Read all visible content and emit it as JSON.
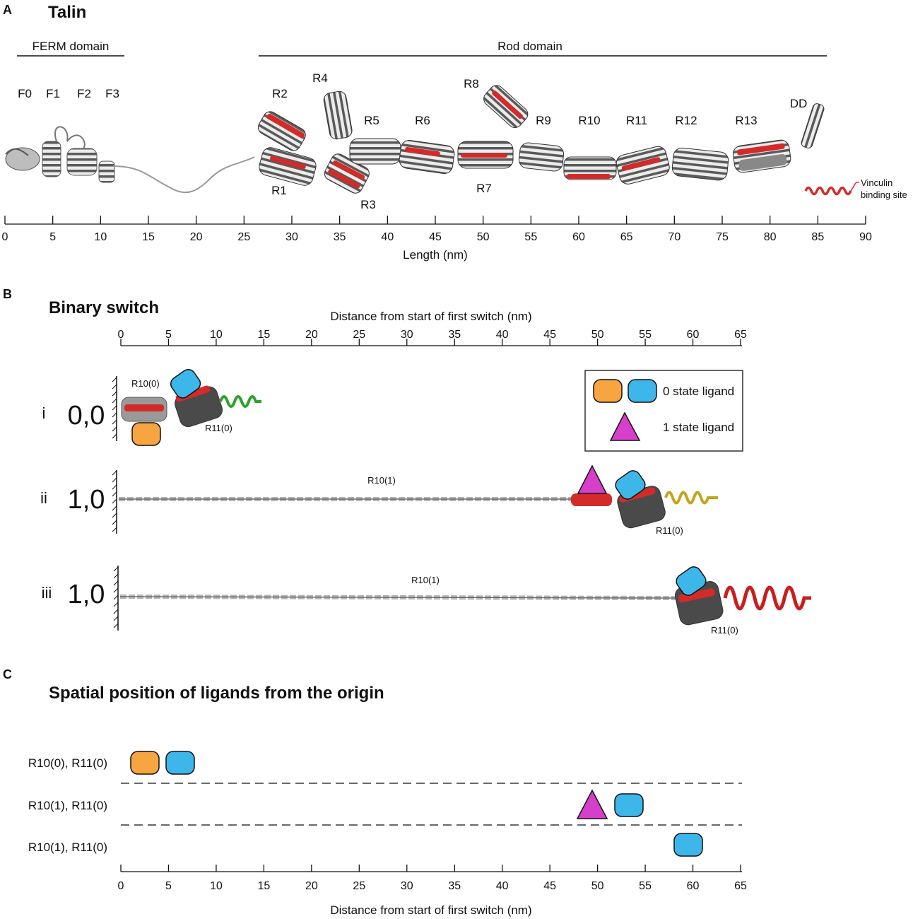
{
  "panels": {
    "a": {
      "letter": "A",
      "title": "Talin",
      "ferm_label": "FERM domain",
      "rod_label": "Rod domain",
      "ferm_subdomains": [
        "F0",
        "F1",
        "F2",
        "F3"
      ],
      "rod_labels_top": [
        "R2",
        "R4",
        "R5",
        "R6",
        "R8",
        "R9",
        "R10",
        "R11",
        "R12",
        "R13",
        "DD"
      ],
      "rod_labels_bottom": [
        "R1",
        "R3",
        "R7"
      ],
      "legend_line1": "Vinculin",
      "legend_line2": "binding site",
      "axis_label": "Length (nm)",
      "axis_ticks": [
        "0",
        "5",
        "10",
        "15",
        "20",
        "25",
        "30",
        "35",
        "40",
        "45",
        "50",
        "55",
        "60",
        "65",
        "70",
        "75",
        "80",
        "85",
        "90"
      ]
    },
    "b": {
      "letter": "B",
      "title": "Binary switch",
      "axis_label": "Distance from start of first switch (nm)",
      "axis_ticks": [
        "0",
        "5",
        "10",
        "15",
        "20",
        "25",
        "30",
        "35",
        "40",
        "45",
        "50",
        "55",
        "60",
        "65"
      ],
      "rows": [
        {
          "roman": "i",
          "state": "0,0",
          "label_r10": "R10(0)",
          "label_r11": "R11(0)"
        },
        {
          "roman": "ii",
          "state": "1,0",
          "label_r10": "R10(1)",
          "label_r11": "R11(0)"
        },
        {
          "roman": "iii",
          "state": "1,0",
          "label_r10": "R10(1)",
          "label_r11": "R11(0)"
        }
      ],
      "legend": {
        "zero_state": "0 state ligand",
        "one_state": "1 state ligand"
      }
    },
    "c": {
      "letter": "C",
      "title": "Spatial position of ligands from the origin",
      "row_labels": [
        "R10(0), R11(0)",
        "R10(1), R11(0)",
        "R10(1), R11(0)"
      ],
      "axis_label": "Distance from start of first switch (nm)",
      "axis_ticks": [
        "0",
        "5",
        "10",
        "15",
        "20",
        "25",
        "30",
        "35",
        "40",
        "45",
        "50",
        "55",
        "60",
        "65"
      ]
    }
  },
  "colors": {
    "vbs_red": "#d42a2a",
    "orange_ligand": "#f7a541",
    "blue_ligand": "#3db7ea",
    "magenta_ligand": "#d63fc9",
    "green_spring": "#2fa12f",
    "yellow_spring": "#c3a61e",
    "red_spring": "#c91e1e",
    "protein_light": "#c9c9c9",
    "protein_dark": "#4a4a4a"
  }
}
